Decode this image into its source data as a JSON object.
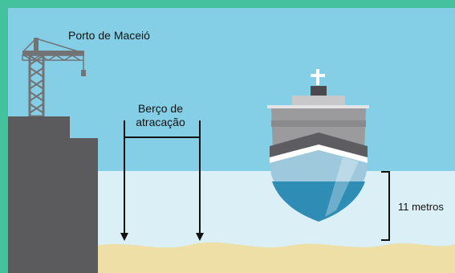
{
  "labels": {
    "port_name": "Porto de Maceió",
    "berth_line1": "Berço de",
    "berth_line2": "atracação",
    "depth": "11 metros"
  },
  "colors": {
    "frame": "#44c29d",
    "sky": "#85cfe6",
    "water": "#dbeff7",
    "sand": "#eddfa6",
    "pier": "#5b5b5e",
    "crane": "#727375",
    "ship_hull_dark": "#2e8cb5",
    "ship_hull_light": "#9ec9dc",
    "ship_superstructure": "#9b9b9e"
  },
  "icons": {
    "crane": "crane-icon",
    "ship": "ship-icon",
    "cross": "cross-icon"
  }
}
